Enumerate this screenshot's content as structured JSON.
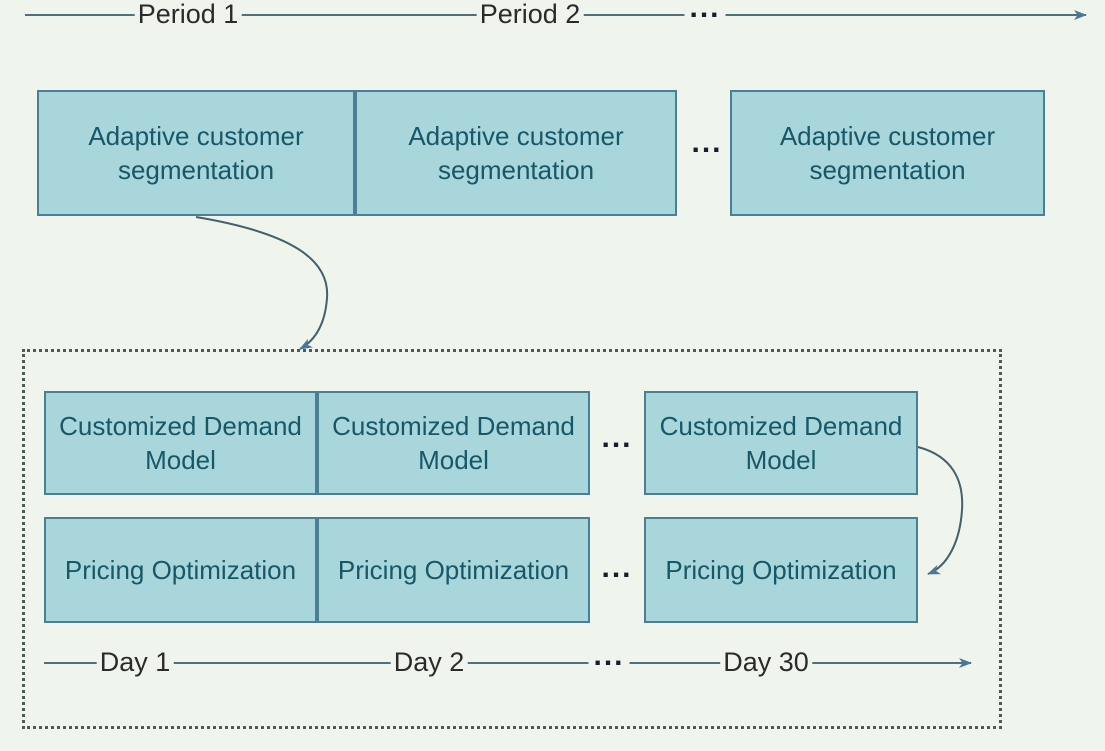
{
  "colors": {
    "background": "#eff5ec",
    "box_fill": "#a9d6da",
    "box_border": "#4a8096",
    "box_text": "#16586a",
    "axis_line": "#51707d",
    "arrowhead": "#4b769c",
    "curve_line": "#44606b",
    "axis_text": "#2b2b2b",
    "ellipsis_text": "#141e2e",
    "dotted_border": "#4e5a55"
  },
  "period_axis": {
    "period1": "Period 1",
    "period2": "Period 2",
    "ellipsis": "..."
  },
  "segmentation_row": {
    "boxes": [
      {
        "label": "Adaptive customer segmentation"
      },
      {
        "label": "Adaptive customer segmentation"
      },
      {
        "label": "Adaptive customer segmentation"
      }
    ],
    "ellipsis": "..."
  },
  "daily_panel": {
    "demand_row": {
      "boxes": [
        {
          "label": "Customized Demand Model"
        },
        {
          "label": "Customized Demand Model"
        },
        {
          "label": "Customized Demand Model"
        }
      ],
      "ellipsis": "..."
    },
    "pricing_row": {
      "boxes": [
        {
          "label": "Pricing Optimization"
        },
        {
          "label": "Pricing Optimization"
        },
        {
          "label": "Pricing Optimization"
        }
      ],
      "ellipsis": "..."
    },
    "day_axis": {
      "day1": "Day 1",
      "day2": "Day 2",
      "ellipsis": "...",
      "day30": "Day 30"
    }
  }
}
